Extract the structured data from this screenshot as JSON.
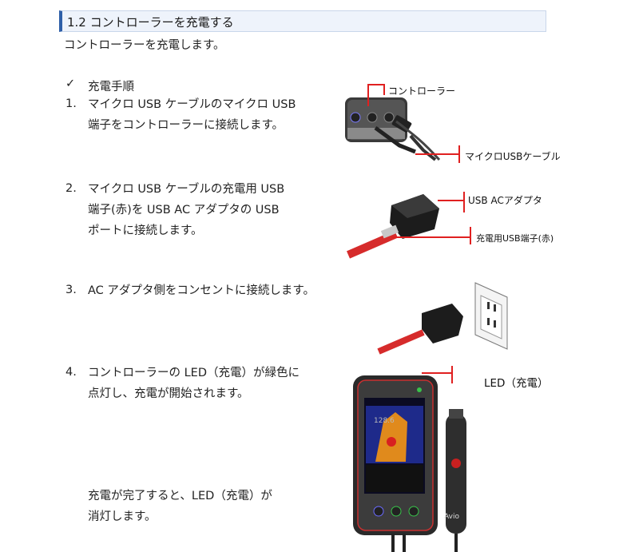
{
  "section": {
    "heading": "1.2  コントローラーを充電する",
    "intro": "コントローラーを充電します。"
  },
  "procedure": {
    "check_mark": "✓",
    "title": "充電手順"
  },
  "steps": [
    {
      "num": "1.",
      "lines": [
        "マイクロ USB ケーブルのマイクロ USB",
        "端子をコントローラーに接続します。"
      ]
    },
    {
      "num": "2.",
      "lines": [
        "マイクロ USB ケーブルの充電用 USB",
        "端子(赤)を USB AC アダプタの USB",
        "ポートに接続します。"
      ]
    },
    {
      "num": "3.",
      "lines": [
        "AC アダプタ側をコンセントに接続します。"
      ]
    },
    {
      "num": "4.",
      "lines": [
        "コントローラーの LED（充電）が緑色に",
        "点灯し、充電が開始されます。"
      ]
    }
  ],
  "note": {
    "lines": [
      "充電が完了すると、LED（充電）が",
      "消灯します。"
    ]
  },
  "callouts": {
    "controller": "コントローラー",
    "micro_usb_cable": "マイクロUSBケーブル",
    "usb_ac_adapter": "USB ACアダプタ",
    "charge_usb_port": "充電用USB端子(赤)",
    "led_charge": "LED（充電）"
  },
  "device_screen": {
    "value": "128.6",
    "brand": "Avio"
  },
  "colors": {
    "callout_red": "#e02020",
    "heading_accent": "#2e5fa8",
    "led_green": "#39c24a"
  }
}
